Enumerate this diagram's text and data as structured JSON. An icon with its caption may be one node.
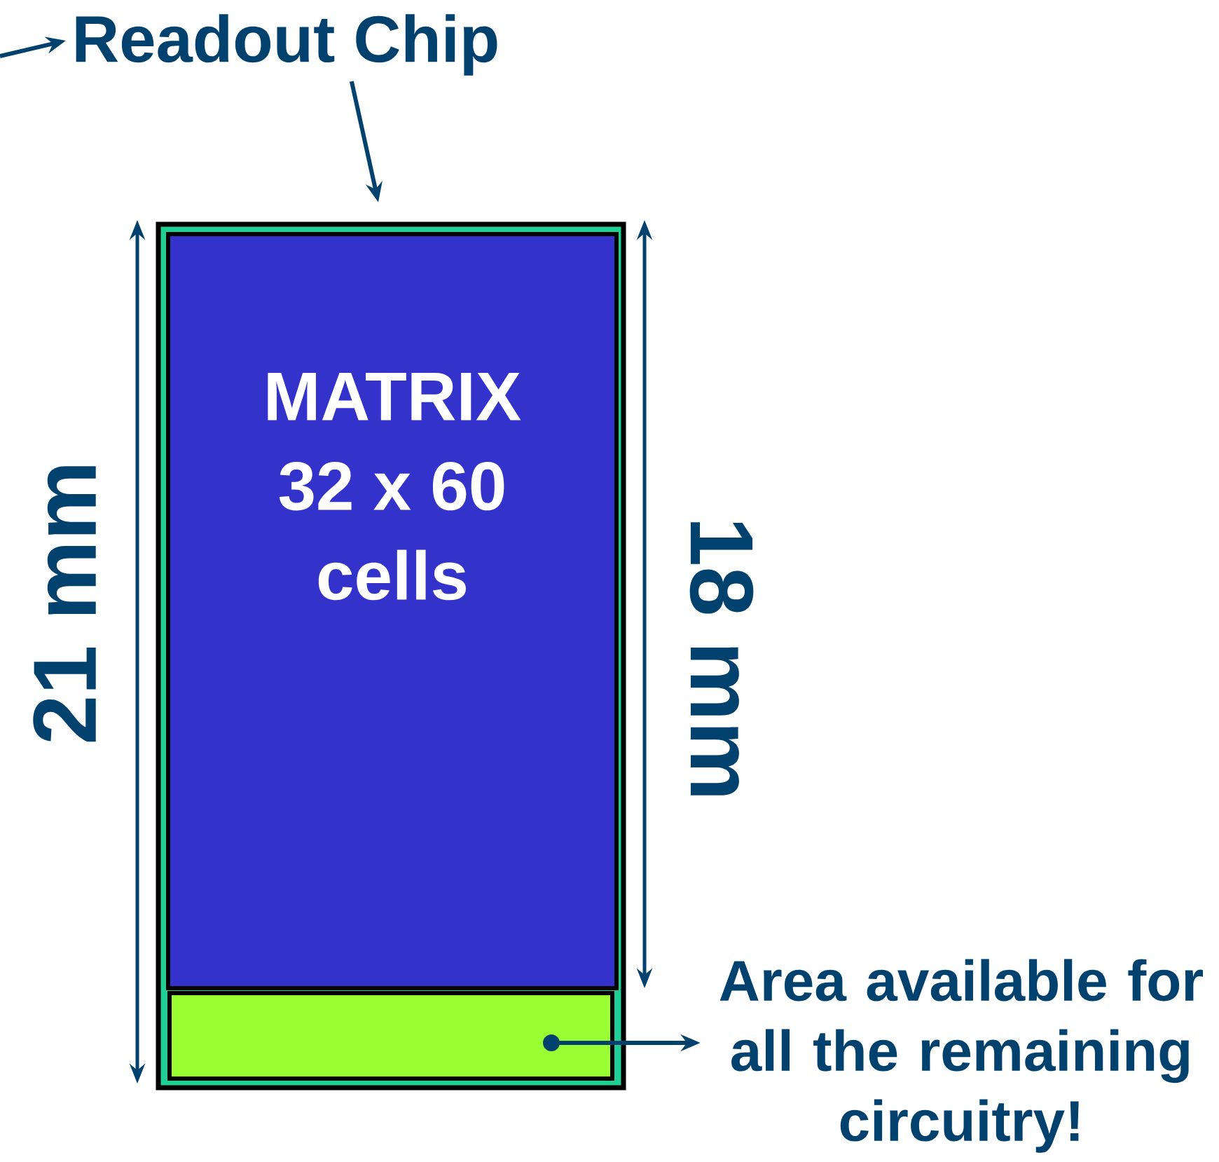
{
  "diagram": {
    "nodes": [
      {
        "text": [
          "Readout Chip"
        ]
      },
      {
        "text": [],
        "shape": "box"
      },
      {
        "text": [
          "MATRIX 32 x 60 cells"
        ],
        "in": 1
      },
      {
        "text": [],
        "shape": "box",
        "in": 1
      },
      {
        "text": [
          "Area available for all the remaining circuitry!"
        ]
      }
    ],
    "edges": [
      {
        "from": null,
        "to": 0,
        "arrow": "to"
      },
      {
        "from": 0,
        "to": 1,
        "arrow": "to"
      },
      {
        "from": 3,
        "to": 4,
        "arrow": "to"
      }
    ],
    "labels": [
      "21 mm",
      "18 mm"
    ]
  }
}
